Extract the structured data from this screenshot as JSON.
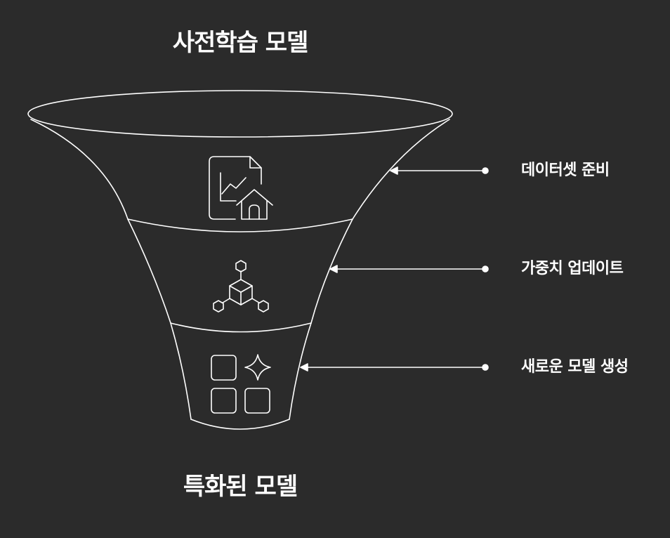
{
  "diagram": {
    "top_title": "사전학습 모델",
    "bottom_title": "특화된 모델",
    "stages": [
      {
        "label": "데이터셋 준비",
        "icon": "data-document-icon"
      },
      {
        "label": "가중치 업데이트",
        "icon": "weights-network-icon"
      },
      {
        "label": "새로운 모델 생성",
        "icon": "new-model-grid-icon"
      }
    ],
    "colors": {
      "background": "#2b2b2b",
      "stroke": "#ffffff",
      "text": "#ffffff"
    }
  }
}
